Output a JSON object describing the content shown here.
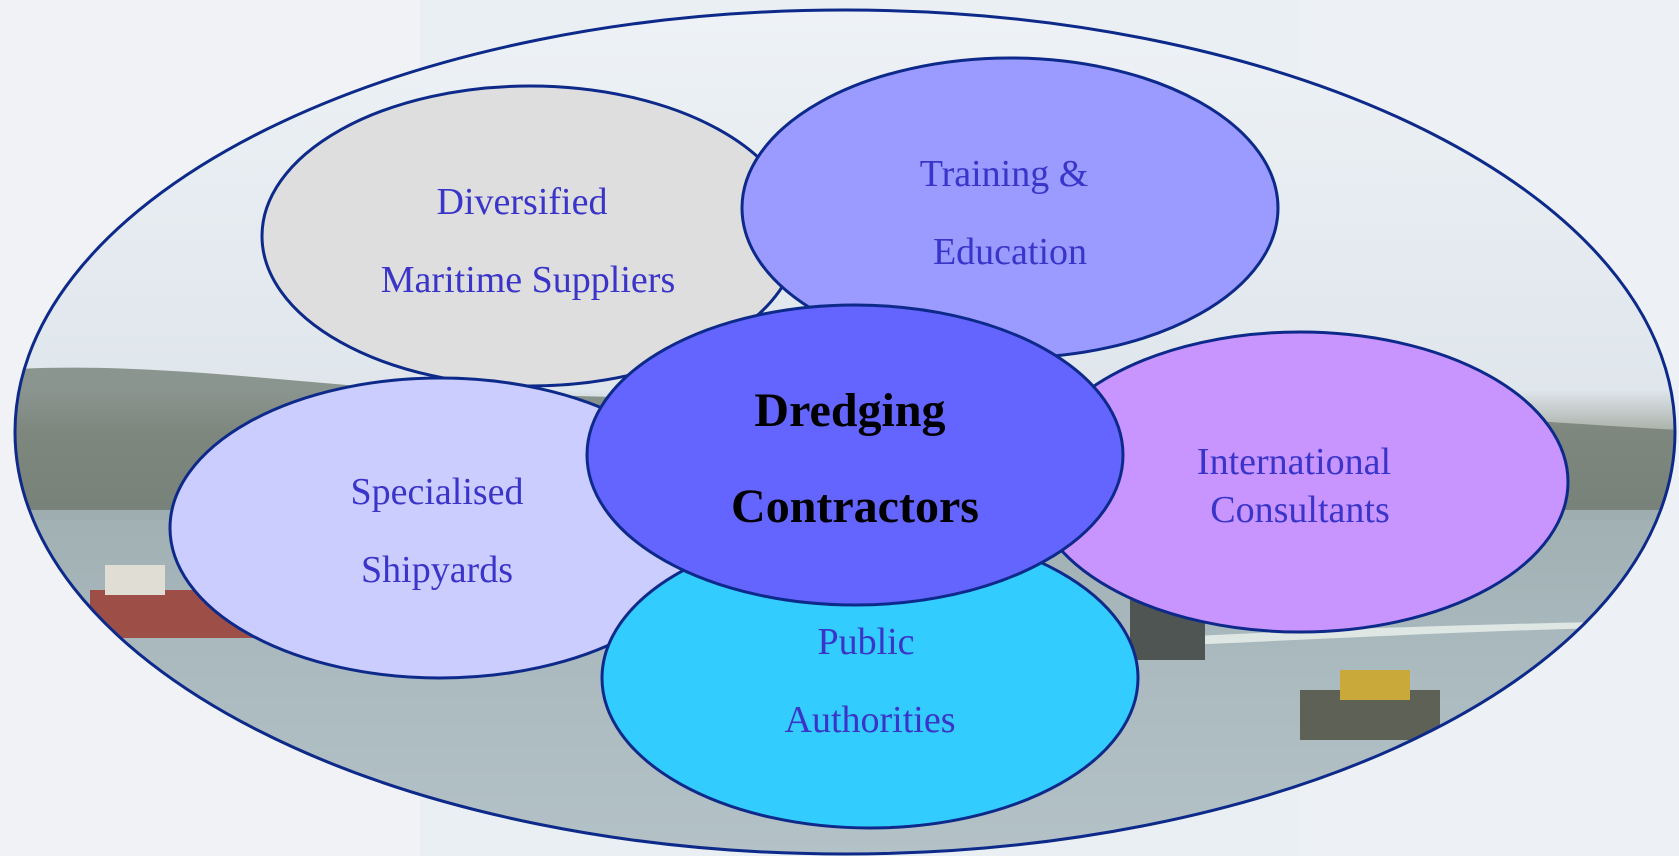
{
  "colors": {
    "outline": "#0d2a8a",
    "label_text": "#3a35c8",
    "center_text": "#000000",
    "center_fill": "#6464ff",
    "diversified_fill": "#dedede",
    "training_fill": "#9a9aff",
    "international_fill": "#c895ff",
    "specialised_fill": "#cccdff",
    "public_fill": "#33ccff",
    "outer_fill": "#e6ecf2"
  },
  "nodes": {
    "center": {
      "line1": "Dredging",
      "line2": "Contractors"
    },
    "diversified": {
      "line1": "Diversified",
      "line2": "Maritime Suppliers"
    },
    "training": {
      "line1": "Training &",
      "line2": "Education"
    },
    "international": {
      "line1": "International",
      "line2": "Consultants"
    },
    "specialised": {
      "line1": "Specialised",
      "line2": "Shipyards"
    },
    "public": {
      "line1": "Public",
      "line2": "Authorities"
    }
  }
}
